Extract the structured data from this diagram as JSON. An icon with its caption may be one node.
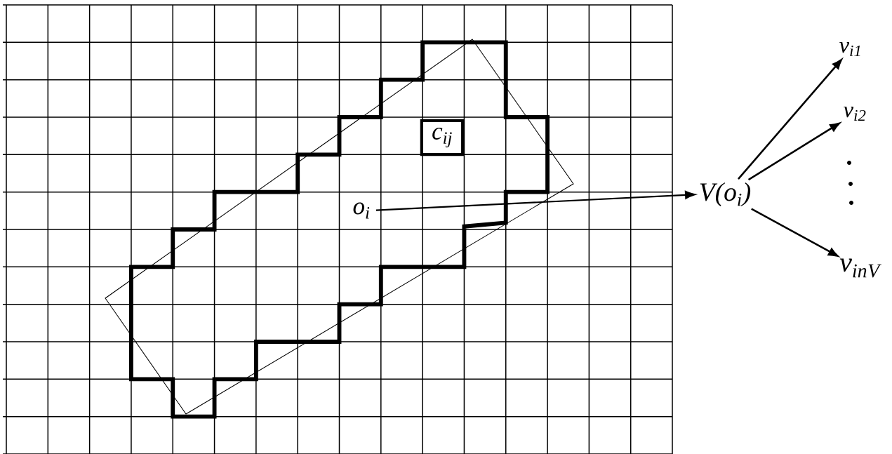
{
  "diagram": {
    "nodes": [
      {
        "text": [
          "o$_{i}$"
        ]
      },
      {
        "text": [
          "c$_{ij}$"
        ]
      },
      {
        "text": [
          "V(o$_{i}$)"
        ]
      },
      {
        "text": [
          "v$_{i1}$"
        ]
      },
      {
        "text": [
          "v$_{i2}$"
        ]
      },
      {
        "text": [
          "v$_{in}$$_{V}$"
        ]
      }
    ],
    "edges": [
      {
        "from": 0,
        "to": 2,
        "arrow": "to"
      },
      {
        "from": 2,
        "to": 3,
        "arrow": "to"
      },
      {
        "from": 2,
        "to": 4,
        "arrow": "to"
      },
      {
        "from": 2,
        "to": 5,
        "arrow": "to"
      }
    ]
  }
}
